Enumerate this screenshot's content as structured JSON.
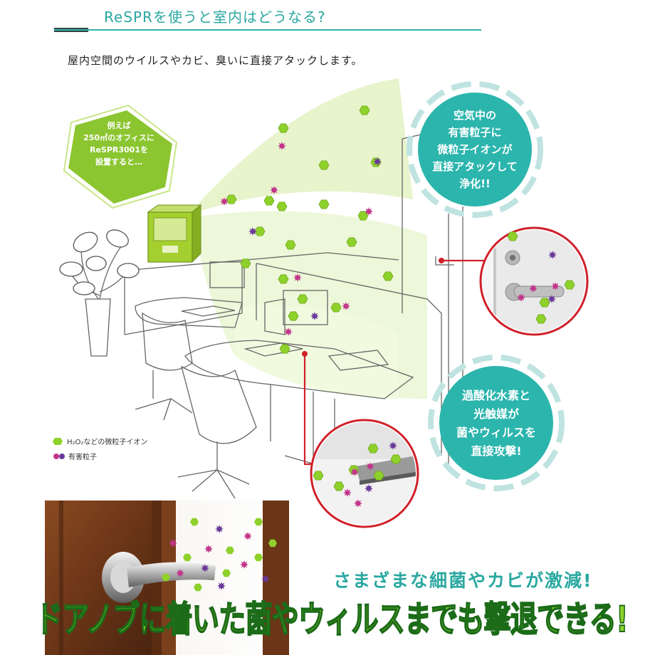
{
  "header": {
    "title": "ReSPRを使うと室内はどうなる?",
    "subtitle": "屋内空間のウイルスやカビ、臭いに直接アタックします。"
  },
  "callout_hex": {
    "lines": [
      "例えば",
      "250㎡のオフィスに",
      "ReSPR3001を",
      "設置すると…"
    ]
  },
  "circle_top": {
    "lines": [
      "空気中の",
      "有害粒子に",
      "微粒子イオンが",
      "直接アタックして",
      "浄化!!"
    ]
  },
  "circle_bottom": {
    "lines": [
      "過酸化水素と",
      "光触媒が",
      "菌やウィルスを",
      "直接攻撃!"
    ]
  },
  "legend": {
    "items": [
      {
        "label": "H₂O₂などの微粒子イオン",
        "color": "#8ed12a"
      },
      {
        "label": "有害粒子",
        "color": "#c2358a"
      }
    ]
  },
  "slogan": {
    "line1": "さまざまな細菌やカビが激減!",
    "line2": "ドアノブに着いた菌やウィルスまでも撃退できる!"
  },
  "colors": {
    "accent": "#2bb5ad",
    "ion_green": "#8ed12a",
    "harmful_magenta": "#c2358a",
    "harmful_purple": "#6a3a9a",
    "pointer_red": "#d0202a"
  }
}
